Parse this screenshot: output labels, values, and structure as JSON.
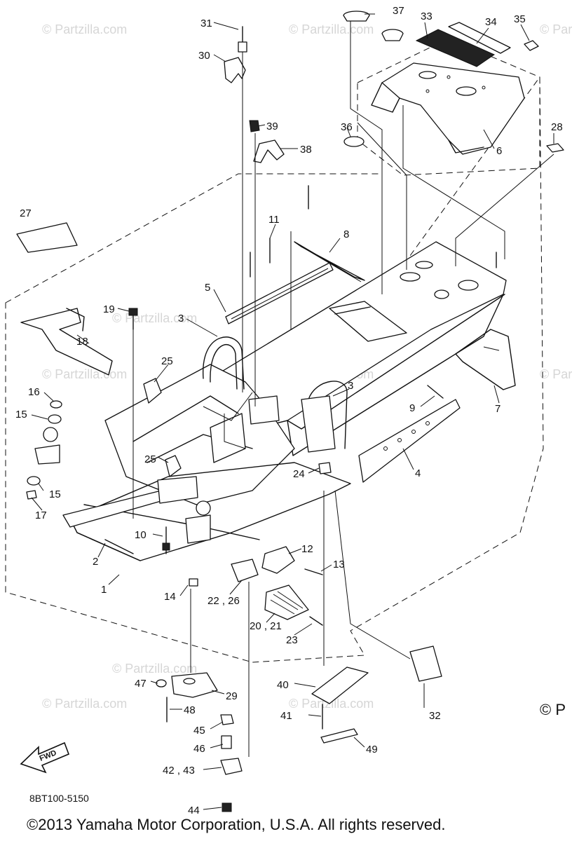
{
  "diagram": {
    "code": "8BT100-5150",
    "copyright": "©2013  Yamaha Motor Corporation, U.S.A. All rights reserved.",
    "edge_copyright": "© P",
    "watermark": "© Partzilla.com",
    "fwd_label": "FWD",
    "callouts": [
      {
        "id": "c1",
        "text": "1"
      },
      {
        "id": "c2",
        "text": "2"
      },
      {
        "id": "c3a",
        "text": "3"
      },
      {
        "id": "c3b",
        "text": "3"
      },
      {
        "id": "c4",
        "text": "4"
      },
      {
        "id": "c5",
        "text": "5"
      },
      {
        "id": "c6",
        "text": "6"
      },
      {
        "id": "c7",
        "text": "7"
      },
      {
        "id": "c8",
        "text": "8"
      },
      {
        "id": "c9",
        "text": "9"
      },
      {
        "id": "c10",
        "text": "10"
      },
      {
        "id": "c11",
        "text": "11"
      },
      {
        "id": "c12",
        "text": "12"
      },
      {
        "id": "c13",
        "text": "13"
      },
      {
        "id": "c14",
        "text": "14"
      },
      {
        "id": "c15a",
        "text": "15"
      },
      {
        "id": "c15b",
        "text": "15"
      },
      {
        "id": "c16",
        "text": "16"
      },
      {
        "id": "c17",
        "text": "17"
      },
      {
        "id": "c18",
        "text": "18"
      },
      {
        "id": "c19",
        "text": "19"
      },
      {
        "id": "c2021",
        "text": "20 , 21"
      },
      {
        "id": "c2226",
        "text": "22 , 26"
      },
      {
        "id": "c23",
        "text": "23"
      },
      {
        "id": "c24",
        "text": "24"
      },
      {
        "id": "c25a",
        "text": "25"
      },
      {
        "id": "c25b",
        "text": "25"
      },
      {
        "id": "c27",
        "text": "27"
      },
      {
        "id": "c28",
        "text": "28"
      },
      {
        "id": "c29",
        "text": "29"
      },
      {
        "id": "c30",
        "text": "30"
      },
      {
        "id": "c31",
        "text": "31"
      },
      {
        "id": "c32",
        "text": "32"
      },
      {
        "id": "c33",
        "text": "33"
      },
      {
        "id": "c34",
        "text": "34"
      },
      {
        "id": "c35",
        "text": "35"
      },
      {
        "id": "c36",
        "text": "36"
      },
      {
        "id": "c37",
        "text": "37"
      },
      {
        "id": "c38",
        "text": "38"
      },
      {
        "id": "c39",
        "text": "39"
      },
      {
        "id": "c40",
        "text": "40"
      },
      {
        "id": "c41",
        "text": "41"
      },
      {
        "id": "c4243",
        "text": "42 , 43"
      },
      {
        "id": "c44",
        "text": "44"
      },
      {
        "id": "c45",
        "text": "45"
      },
      {
        "id": "c46",
        "text": "46"
      },
      {
        "id": "c47",
        "text": "47"
      },
      {
        "id": "c48",
        "text": "48"
      },
      {
        "id": "c49",
        "text": "49"
      }
    ]
  }
}
